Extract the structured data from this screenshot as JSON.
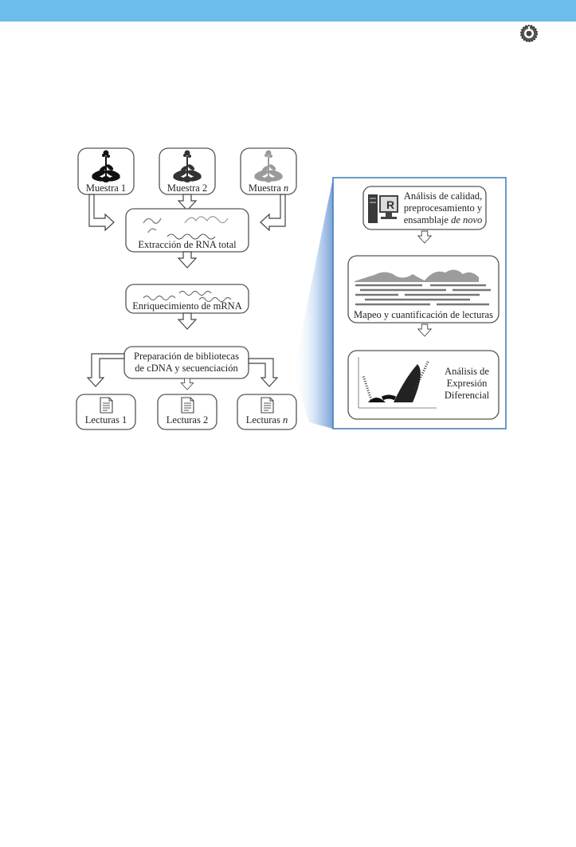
{
  "colors": {
    "header_bar": "#6cbcec",
    "panel_border": "#3a78b8",
    "gradient_light": "#d9e8f7",
    "gradient_dark": "#7fa6d9"
  },
  "samples": [
    {
      "label": "Muestra 1",
      "italic": "",
      "tone": "#111111"
    },
    {
      "label": "Muestra 2",
      "italic": "",
      "tone": "#333333"
    },
    {
      "label": "Muestra ",
      "italic": "n",
      "tone": "#9a9a9a"
    }
  ],
  "steps": {
    "extraction": "Extracción de RNA total",
    "enrichment": "Enriquecimiento de mRNA",
    "library_line1": "Preparación de bibliotecas",
    "library_line2": "de cDNA y secuenciación"
  },
  "reads": [
    {
      "label": "Lecturas 1",
      "italic": ""
    },
    {
      "label": "Lecturas 2",
      "italic": ""
    },
    {
      "label": "Lecturas ",
      "italic": "n"
    }
  ],
  "analysis": {
    "quality_line1": "Análisis de calidad,",
    "quality_line2": "preprocesamiento y",
    "quality_line3_prefix": "ensamblaje ",
    "quality_line3_italic": "de novo",
    "r_letter": "R",
    "mapping": "Mapeo y cuantificación de lecturas",
    "de_line1": "Análisis de",
    "de_line2": "Expresión",
    "de_line3": "Diferencial"
  },
  "icons": {
    "logo": "gear-seal-icon",
    "plant": "plant-icon",
    "document": "document-icon",
    "computer": "computer-icon"
  }
}
